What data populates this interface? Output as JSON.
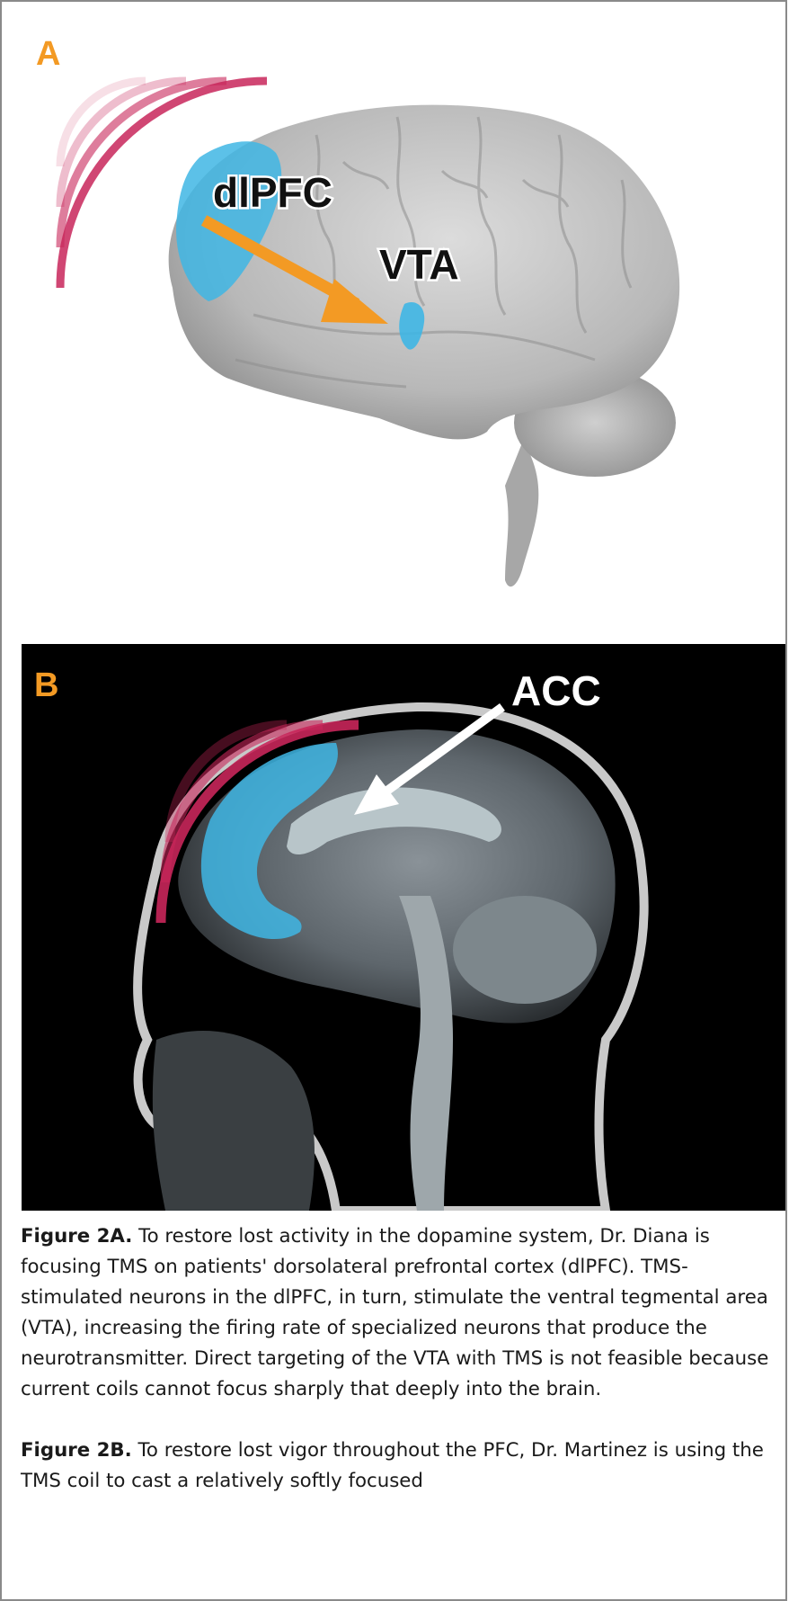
{
  "figure_a": {
    "panel_letter": "A",
    "label_dlpfc": "dlPFC",
    "label_vta": "VTA"
  },
  "figure_b": {
    "panel_letter": "B",
    "label_acc": "ACC"
  },
  "captions": [
    {
      "heading": "Figure 2A.",
      "text": " To restore lost activity in the dopamine system, Dr. Diana is focusing TMS on patients' dorsolateral prefrontal cortex (dlPFC). TMS-stimulated neurons in the dlPFC, in turn, stimulate the ventral tegmental area (VTA), increasing the firing rate of specialized neurons that produce the neurotransmitter. Direct targeting of the VTA with TMS is not feasible because current coils cannot focus sharply that deeply into the brain."
    },
    {
      "heading": "Figure 2B.",
      "text": " To restore lost vigor throughout the PFC, Dr. Martinez is using the TMS coil to cast a relatively softly focused"
    }
  ],
  "colors": {
    "panel_letter": "#f39a24",
    "arrow_orange": "#f39a24",
    "coil_arc": "#c8265a",
    "highlight_blue": "#3fb6e4",
    "brain_gray": "#b9b9b9"
  }
}
